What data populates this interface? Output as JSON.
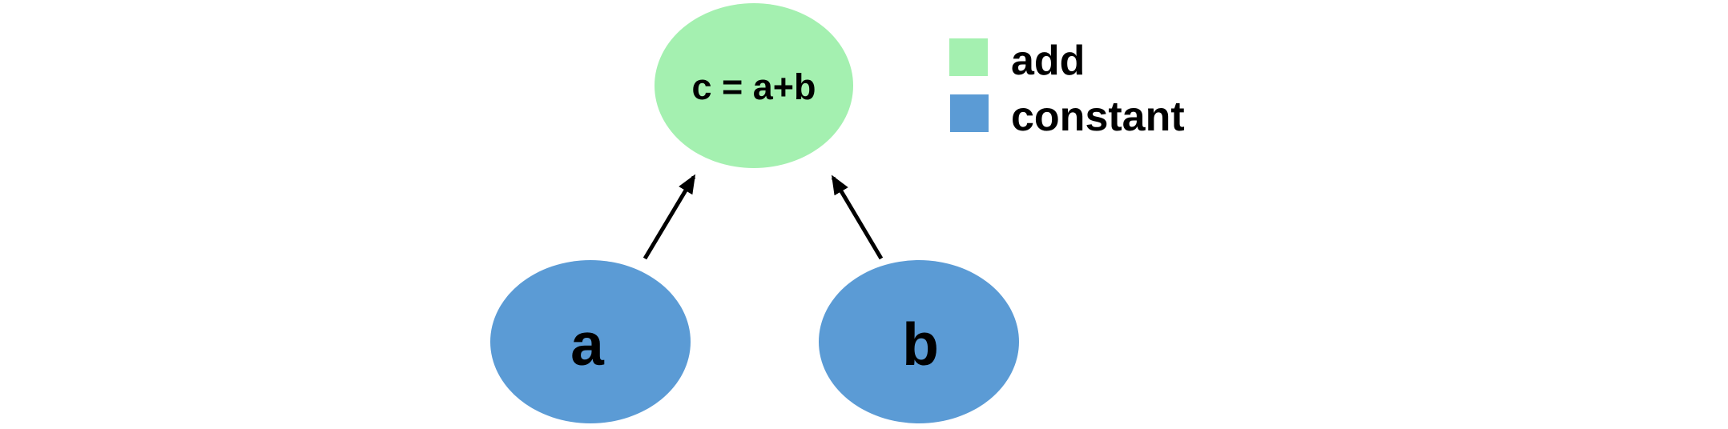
{
  "figure": {
    "type": "computation-graph",
    "background": "#ffffff"
  },
  "colors": {
    "add": "#a4f0b0",
    "constant": "#5b9bd5",
    "edge": "#000000",
    "text": "#000000"
  },
  "nodes": [
    {
      "id": "c",
      "label": "c = a+b",
      "type": "add"
    },
    {
      "id": "a",
      "label": "a",
      "type": "constant"
    },
    {
      "id": "b",
      "label": "b",
      "type": "constant"
    }
  ],
  "edges": [
    {
      "from": "a",
      "to": "c"
    },
    {
      "from": "b",
      "to": "c"
    }
  ],
  "legend": {
    "items": [
      {
        "label": "add",
        "color": "#a4f0b0"
      },
      {
        "label": "constant",
        "color": "#5b9bd5"
      }
    ]
  }
}
